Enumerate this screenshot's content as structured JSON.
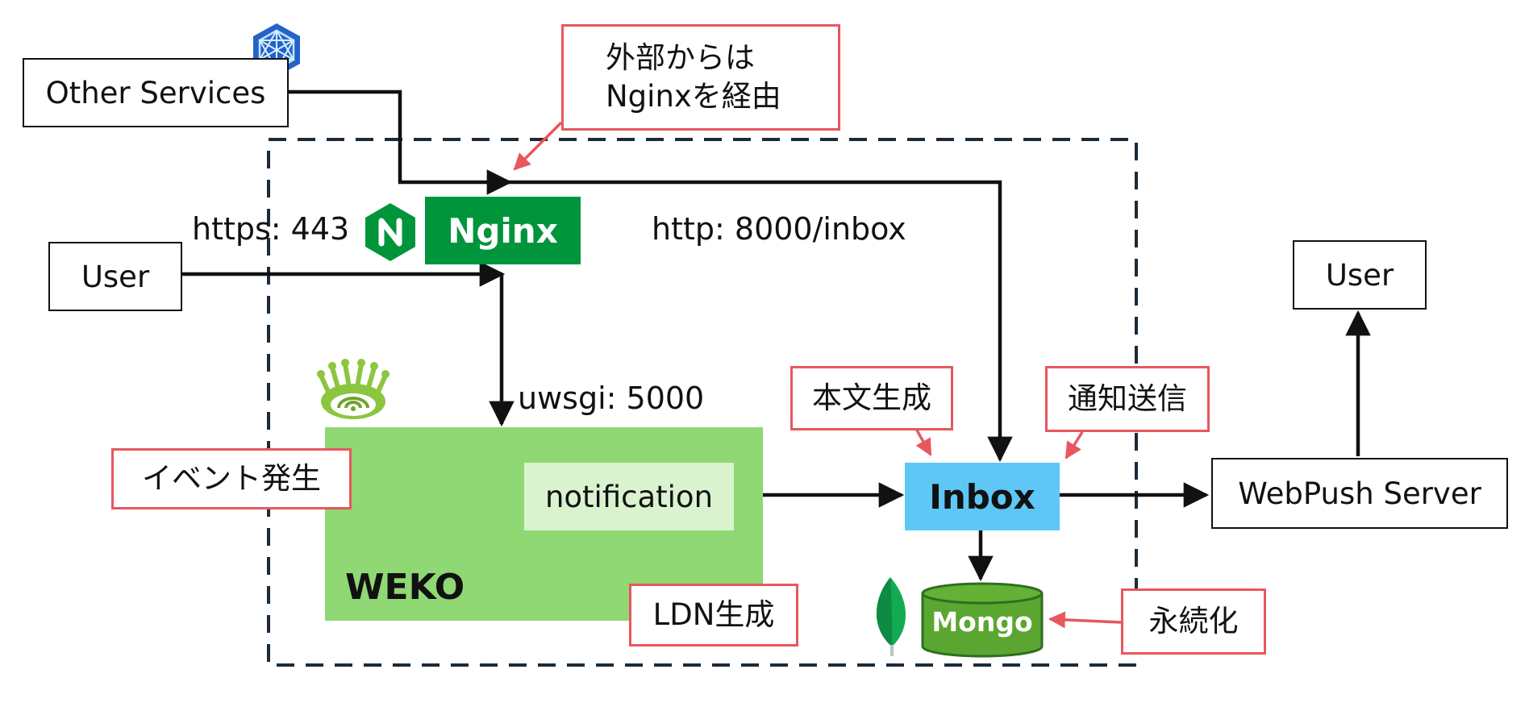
{
  "nodes": {
    "other_services": "Other Services",
    "user_left": "User",
    "user_right": "User",
    "nginx": "Nginx",
    "weko": "WEKO",
    "notification": "notification",
    "inbox": "Inbox",
    "mongo": "Mongo",
    "webpush_server": "WebPush Server"
  },
  "labels": {
    "https": "https: 443",
    "http_inbox": "http: 8000/inbox",
    "uwsgi": "uwsgi: 5000"
  },
  "callouts": {
    "via_nginx_line1": "外部からは",
    "via_nginx_line2": "Nginxを経由",
    "event": "イベント発生",
    "ldn": "LDN生成",
    "body": "本文生成",
    "notify": "通知送信",
    "persist": "永続化"
  },
  "colors": {
    "nginx_green": "#00953b",
    "weko_green": "#8fd873",
    "notification_bg": "#d9f3cf",
    "inbox_blue": "#5ec7f5",
    "mongo_green": "#5aa630",
    "callout_red": "#e8575e",
    "boundary": "#1b2b3a"
  },
  "icons": [
    "cube-network-icon",
    "nginx-hexagon-icon",
    "uwsgi-crown-icon",
    "mongodb-leaf-icon"
  ]
}
